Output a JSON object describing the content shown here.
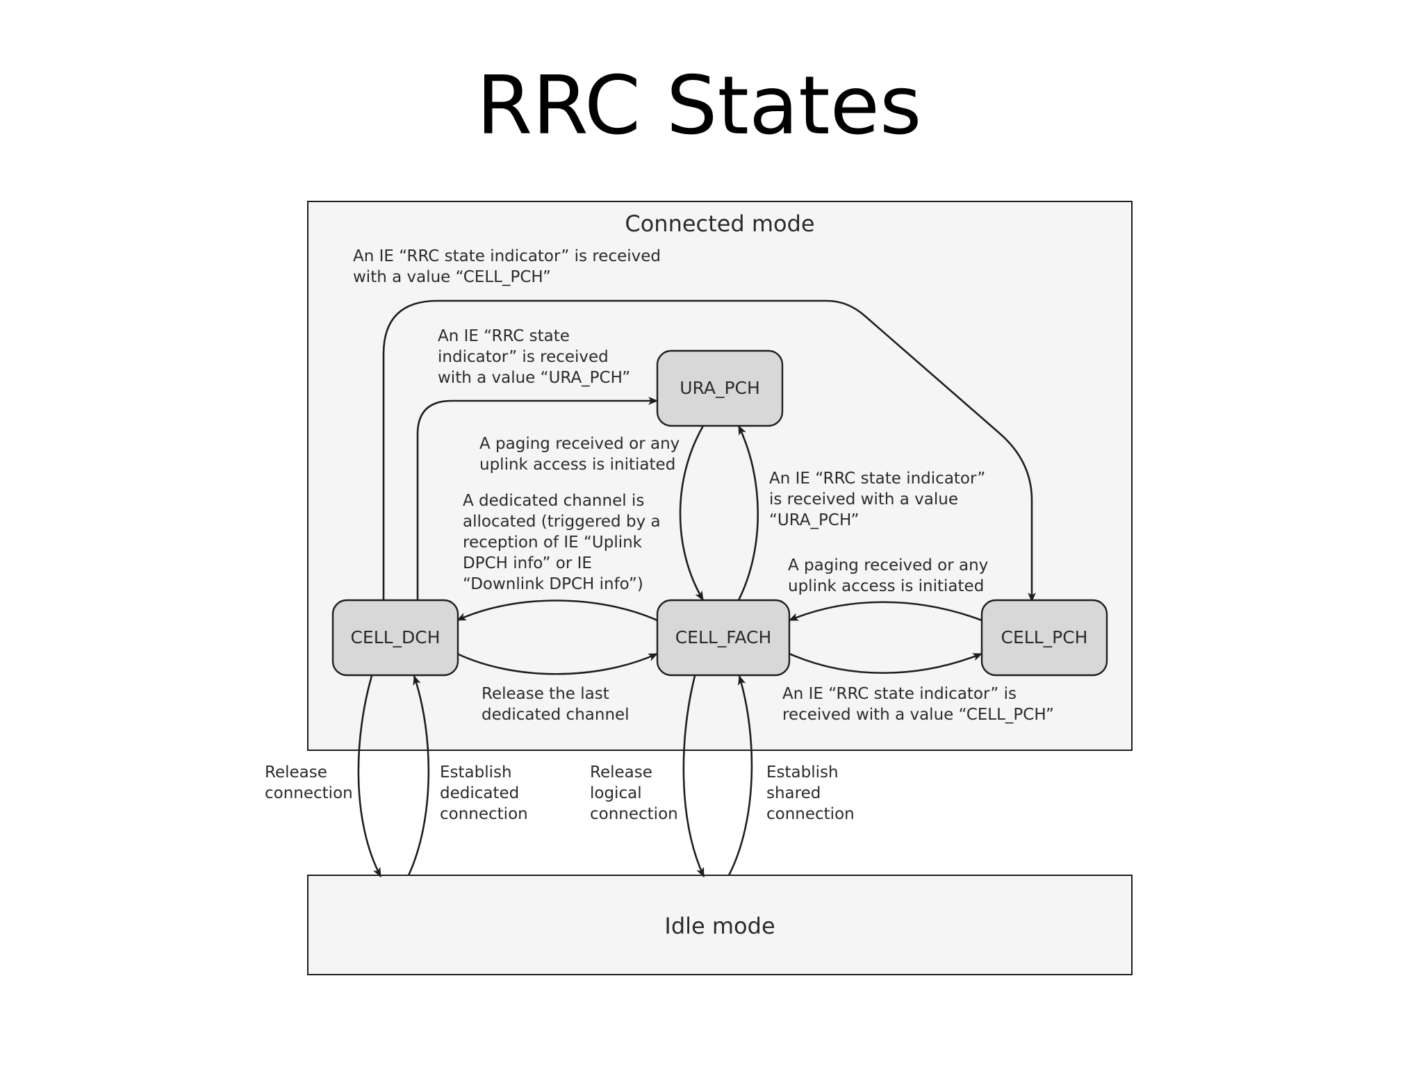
{
  "title": "RRC States",
  "modes": {
    "connected": "Connected mode",
    "idle": "Idle mode"
  },
  "states": {
    "ura_pch": "URA_PCH",
    "cell_dch": "CELL_DCH",
    "cell_fach": "CELL_FACH",
    "cell_pch": "CELL_PCH"
  },
  "transitions": {
    "dch_to_cell_pch": [
      "An IE “RRC state indicator” is received",
      "with a value “CELL_PCH”"
    ],
    "dch_to_ura_pch": [
      "An IE “RRC state",
      "indicator” is received",
      "with a value “URA_PCH”"
    ],
    "ura_to_fach": [
      "A paging received or any",
      "uplink access is initiated"
    ],
    "fach_to_dch": [
      "A dedicated channel is",
      "allocated (triggered by a",
      "reception of IE “Uplink",
      "DPCH info” or IE",
      "“Downlink DPCH info”)"
    ],
    "fach_to_ura": [
      "An IE “RRC state indicator”",
      "is received with a value",
      "“URA_PCH”"
    ],
    "cell_pch_to_fach": [
      "A paging received or any",
      "uplink access is initiated"
    ],
    "dch_to_fach": [
      "Release the last",
      "dedicated channel"
    ],
    "fach_to_cell_pch": [
      "An IE “RRC state indicator” is",
      "received with a value “CELL_PCH”"
    ],
    "dch_to_idle": [
      "Release",
      "connection"
    ],
    "idle_to_dch": [
      "Establish",
      "dedicated",
      "connection"
    ],
    "fach_to_idle": [
      "Release",
      "logical",
      "connection"
    ],
    "idle_to_fach": [
      "Establish",
      "shared",
      "connection"
    ]
  },
  "colors": {
    "state_fill": "#d8d8d8",
    "mode_fill": "#f5f5f5",
    "line": "#1e1e1e"
  }
}
